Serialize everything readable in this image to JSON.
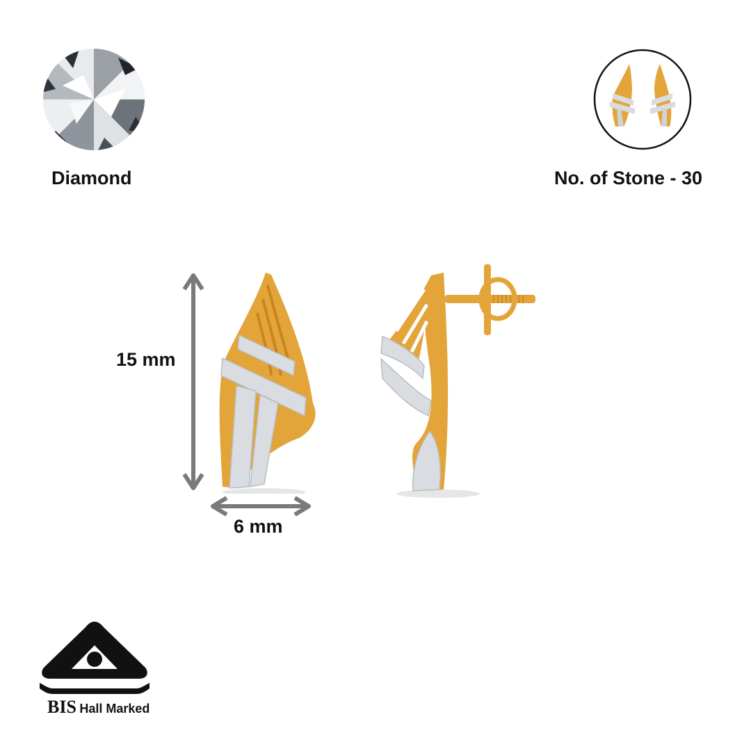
{
  "stone": {
    "icon": "round-brilliant-diamond-icon",
    "label": "Diamond"
  },
  "stone_count": {
    "thumbnail": "earring-pair-thumbnail",
    "label": "No. of Stone - 30"
  },
  "product": {
    "front_view": "earring-front-view",
    "side_view": "earring-side-view-with-screw-back",
    "height_label": "15 mm",
    "width_label": "6 mm",
    "colors": {
      "gold": "#E3A43A",
      "gold_dark": "#C9851E",
      "silver": "#D9DCE0",
      "arrow": "#7A7A7A"
    }
  },
  "certification": {
    "logo": "bis-logo-icon",
    "brand": "BIS",
    "label": "Hall Marked"
  }
}
